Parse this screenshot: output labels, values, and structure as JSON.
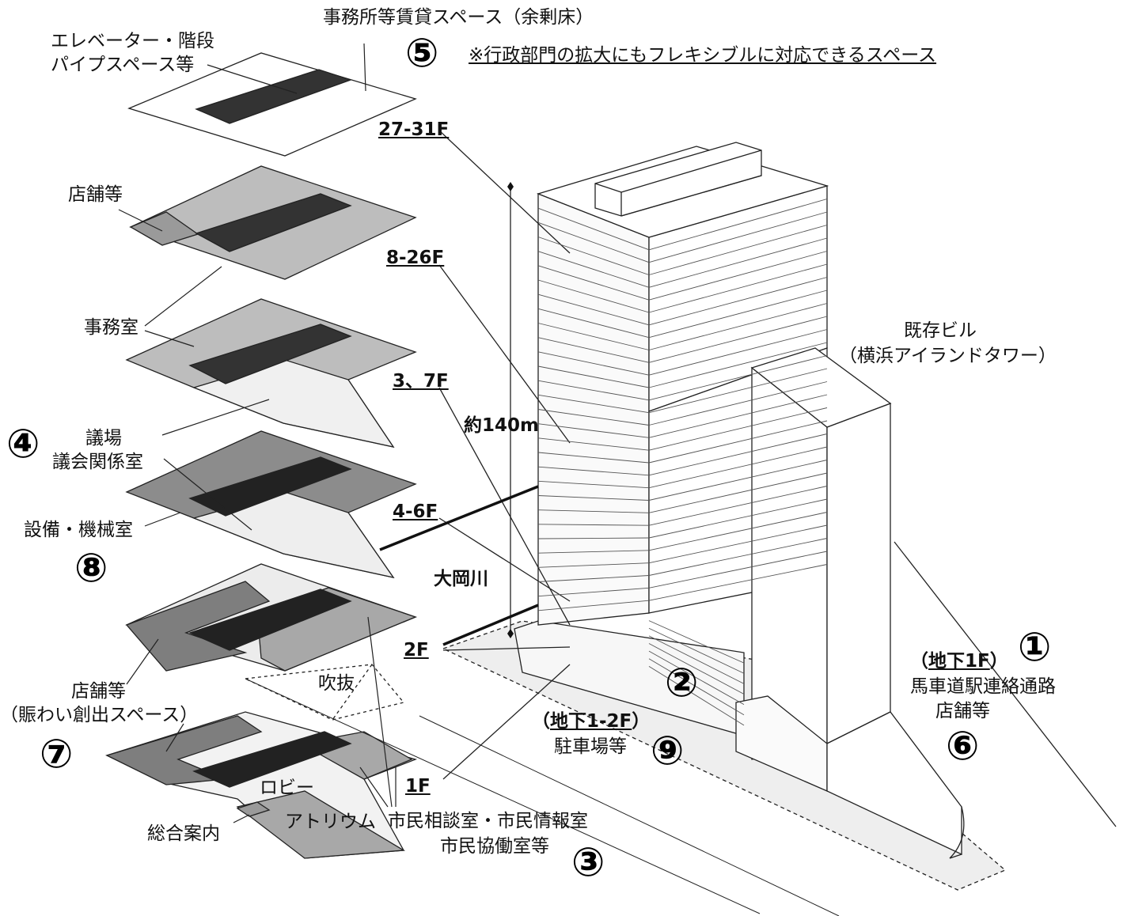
{
  "labels": {
    "rental_space": "事務所等賃貸スペース（余剰床）",
    "rental_note": "※行政部門の拡大にもフレキシブルに対応できるスペース",
    "elevator_line1": "エレベーター・階段",
    "elevator_line2": "パイプスペース等",
    "floor_27_31": "27-31F",
    "floor_8_26": "8-26F",
    "floor_3_7": "3、7F",
    "floor_4_6": "4-6F",
    "floor_2": "2F",
    "floor_1": "1F",
    "shops_upper": "店舗等",
    "office": "事務室",
    "assembly_line1": "議場",
    "assembly_line2": "議会関係室",
    "equipment": "設備・機械室",
    "height": "約140m",
    "river": "大岡川",
    "existing_line1": "既存ビル",
    "existing_line2": "（横浜アイランドタワー）",
    "shops_lower_line1": "店舗等",
    "shops_lower_line2": "（賑わい創出スペース）",
    "atrium_void": "吹抜",
    "lobby": "ロビー",
    "atrium": "アトリウム",
    "info_desk": "総合案内",
    "citizen_line1": "市民相談室・市民情報室",
    "citizen_line2": "市民協働室等",
    "parking_line1_open": "（",
    "parking_line1_u": "地下1-2F",
    "parking_line1_close": "）",
    "parking_line2": "駐車場等",
    "passage_line1_open": "（",
    "passage_line1_u": "地下1F",
    "passage_line1_close": "）",
    "passage_line2": "馬車道駅連絡通路",
    "passage_line3": "店舗等"
  },
  "markers": {
    "m1": "①",
    "m2": "②",
    "m3": "③",
    "m4": "④",
    "m5": "⑤",
    "m6": "⑥",
    "m7": "⑦",
    "m8": "⑧",
    "m9": "⑨"
  }
}
